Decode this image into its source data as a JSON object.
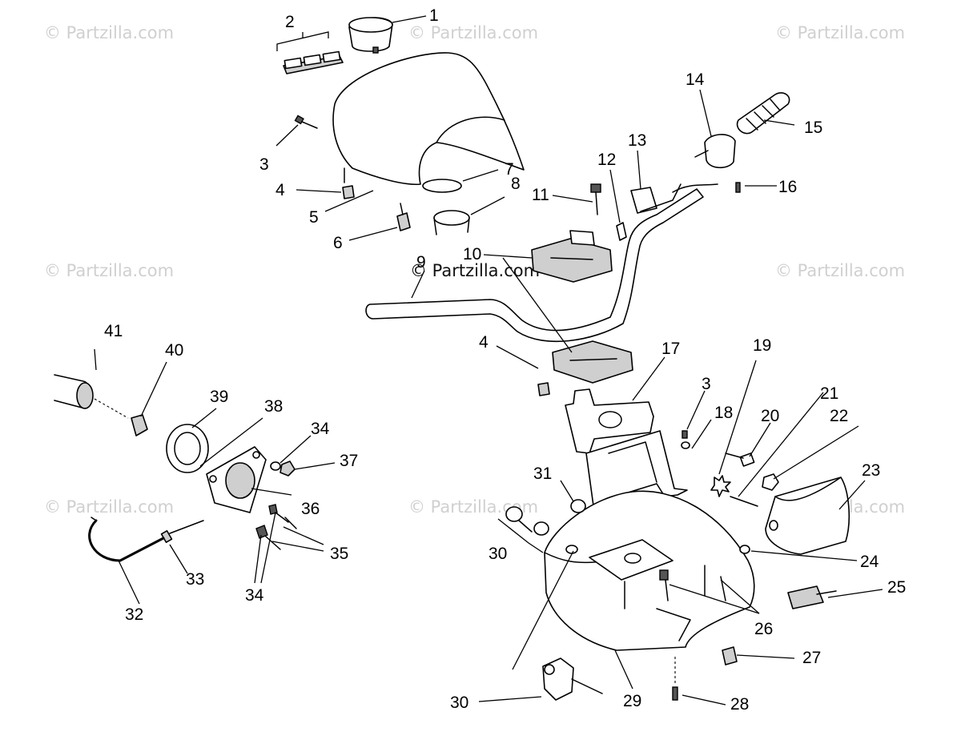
{
  "watermarks": [
    "© Partzilla.com",
    "© Partzilla.com",
    "© Partzilla.com",
    "© Partzilla.com",
    "© Partzilla.com",
    "© Partzilla.com",
    "© Partzilla.com",
    "© Partzilla.com",
    "© Partzilla.com"
  ],
  "center_watermark": "© Partzilla.com",
  "callouts": {
    "c1": "1",
    "c2": "2",
    "c3a": "3",
    "c4a": "4",
    "c5": "5",
    "c6": "6",
    "c7": "7",
    "c8": "8",
    "c9": "9",
    "c10": "10",
    "c11": "11",
    "c12": "12",
    "c13": "13",
    "c14": "14",
    "c15": "15",
    "c16": "16",
    "c4b": "4",
    "c17": "17",
    "c3b": "3",
    "c18": "18",
    "c19": "19",
    "c20": "20",
    "c21": "21",
    "c22": "22",
    "c23": "23",
    "c24": "24",
    "c25": "25",
    "c26": "26",
    "c27": "27",
    "c28": "28",
    "c29": "29",
    "c30a": "30",
    "c30b": "30",
    "c31": "31",
    "c32": "32",
    "c33": "33",
    "c34a": "34",
    "c34b": "34",
    "c35": "35",
    "c36": "36",
    "c37": "37",
    "c38": "38",
    "c39": "39",
    "c40": "40",
    "c41": "41"
  }
}
